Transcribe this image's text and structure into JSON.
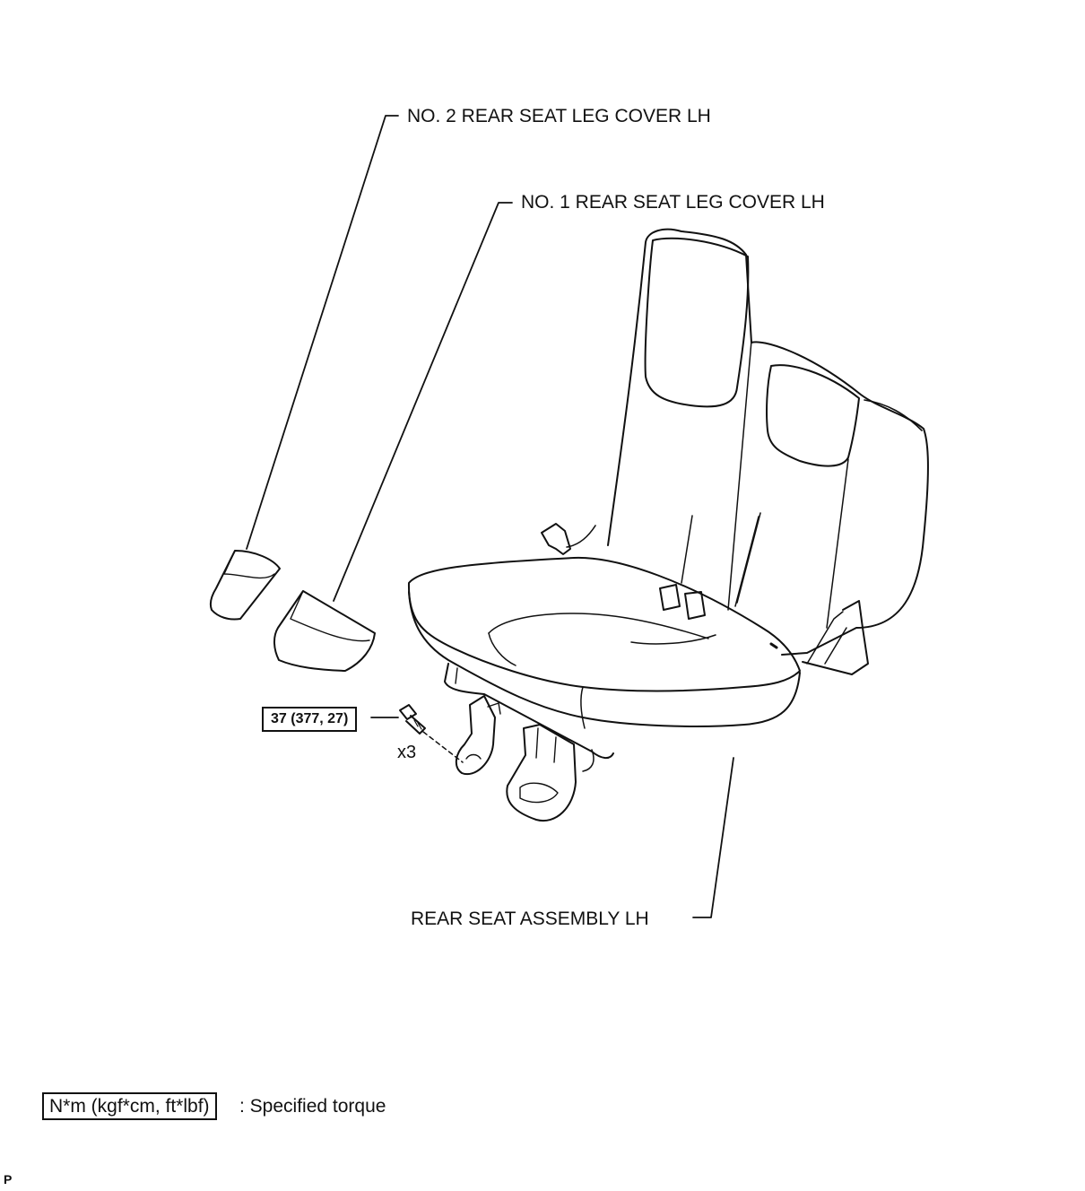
{
  "labels": {
    "no2_cover": "NO. 2 REAR SEAT LEG COVER LH",
    "no1_cover": "NO. 1 REAR SEAT LEG COVER LH",
    "seat_assembly": "REAR SEAT ASSEMBLY LH"
  },
  "torque": {
    "value": "37 (377, 27)",
    "quantity": "x3"
  },
  "legend": {
    "units": "N*m (kgf*cm, ft*lbf)",
    "description": ": Specified torque"
  },
  "corner_mark": "P"
}
